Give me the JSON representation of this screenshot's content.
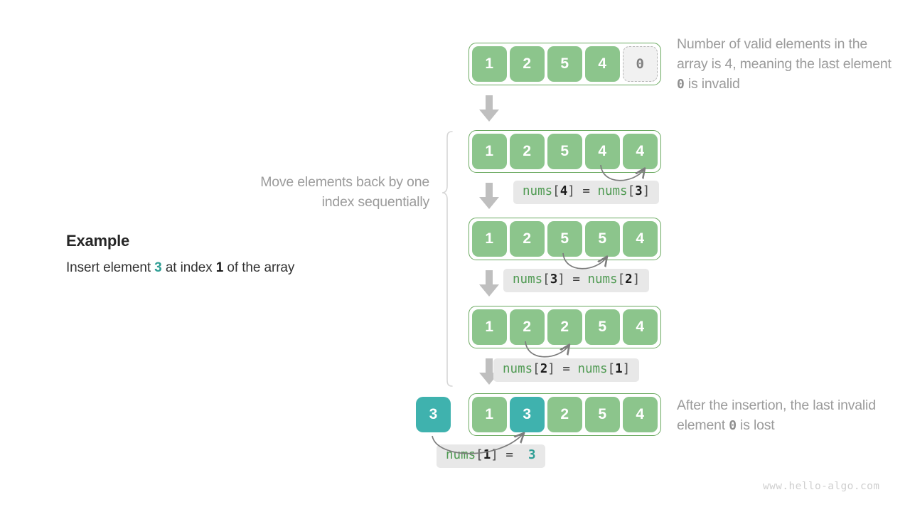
{
  "example": {
    "title": "Example",
    "desc_pre": "Insert element ",
    "desc_value": "3",
    "desc_mid": " at index ",
    "desc_index": "1",
    "desc_post": " of the array"
  },
  "section_label": "Move elements back by one index sequentially",
  "notes": {
    "top_pre": "Number of valid elements in the array is 4, meaning the last element ",
    "top_value": "0",
    "top_post": " is invalid",
    "bottom_pre": "After the insertion, the last invalid element ",
    "bottom_value": "0",
    "bottom_post": " is lost"
  },
  "inserted_box": {
    "value": "3"
  },
  "rows": [
    {
      "id": "row-initial",
      "cells": [
        {
          "value": "1",
          "style": "green"
        },
        {
          "value": "2",
          "style": "green"
        },
        {
          "value": "5",
          "style": "green"
        },
        {
          "value": "4",
          "style": "green"
        },
        {
          "value": "0",
          "style": "invalid"
        }
      ]
    },
    {
      "id": "row-shift-4",
      "cells": [
        {
          "value": "1",
          "style": "green"
        },
        {
          "value": "2",
          "style": "green"
        },
        {
          "value": "5",
          "style": "green"
        },
        {
          "value": "4",
          "style": "green"
        },
        {
          "value": "4",
          "style": "green"
        }
      ]
    },
    {
      "id": "row-shift-3",
      "cells": [
        {
          "value": "1",
          "style": "green"
        },
        {
          "value": "2",
          "style": "green"
        },
        {
          "value": "5",
          "style": "green"
        },
        {
          "value": "5",
          "style": "green"
        },
        {
          "value": "4",
          "style": "green"
        }
      ]
    },
    {
      "id": "row-shift-2",
      "cells": [
        {
          "value": "1",
          "style": "green"
        },
        {
          "value": "2",
          "style": "green"
        },
        {
          "value": "2",
          "style": "green"
        },
        {
          "value": "5",
          "style": "green"
        },
        {
          "value": "4",
          "style": "green"
        }
      ]
    },
    {
      "id": "row-final",
      "cells": [
        {
          "value": "1",
          "style": "green"
        },
        {
          "value": "3",
          "style": "teal"
        },
        {
          "value": "2",
          "style": "green"
        },
        {
          "value": "5",
          "style": "green"
        },
        {
          "value": "4",
          "style": "green"
        }
      ]
    }
  ],
  "code_labels": [
    {
      "id": "assign-4-3",
      "lhs_fn": "nums",
      "lhs_index": "4",
      "op": "=",
      "rhs_fn": "nums",
      "rhs_index": "3",
      "rhs_is_literal": false
    },
    {
      "id": "assign-3-2",
      "lhs_fn": "nums",
      "lhs_index": "3",
      "op": "=",
      "rhs_fn": "nums",
      "rhs_index": "2",
      "rhs_is_literal": false
    },
    {
      "id": "assign-2-1",
      "lhs_fn": "nums",
      "lhs_index": "2",
      "op": "=",
      "rhs_fn": "nums",
      "rhs_index": "1",
      "rhs_is_literal": false
    },
    {
      "id": "assign-1-literal",
      "lhs_fn": "nums",
      "lhs_index": "1",
      "op": "=",
      "rhs_literal": "3",
      "rhs_is_literal": true
    }
  ],
  "brackets": {
    "open": "[",
    "close": "]"
  },
  "watermark": "www.hello-algo.com",
  "colors": {
    "cell_green": "#8cc58c",
    "cell_teal": "#3fb2ae",
    "array_border": "#6aa95f",
    "arrow_gray": "#bfbfbf",
    "curve_gray": "#7d7d7d",
    "note_text": "#9b9b9b",
    "code_chip_bg": "#e8e8e8",
    "code_fn_green": "#4f9a52",
    "accent_teal": "#2f9e95"
  }
}
